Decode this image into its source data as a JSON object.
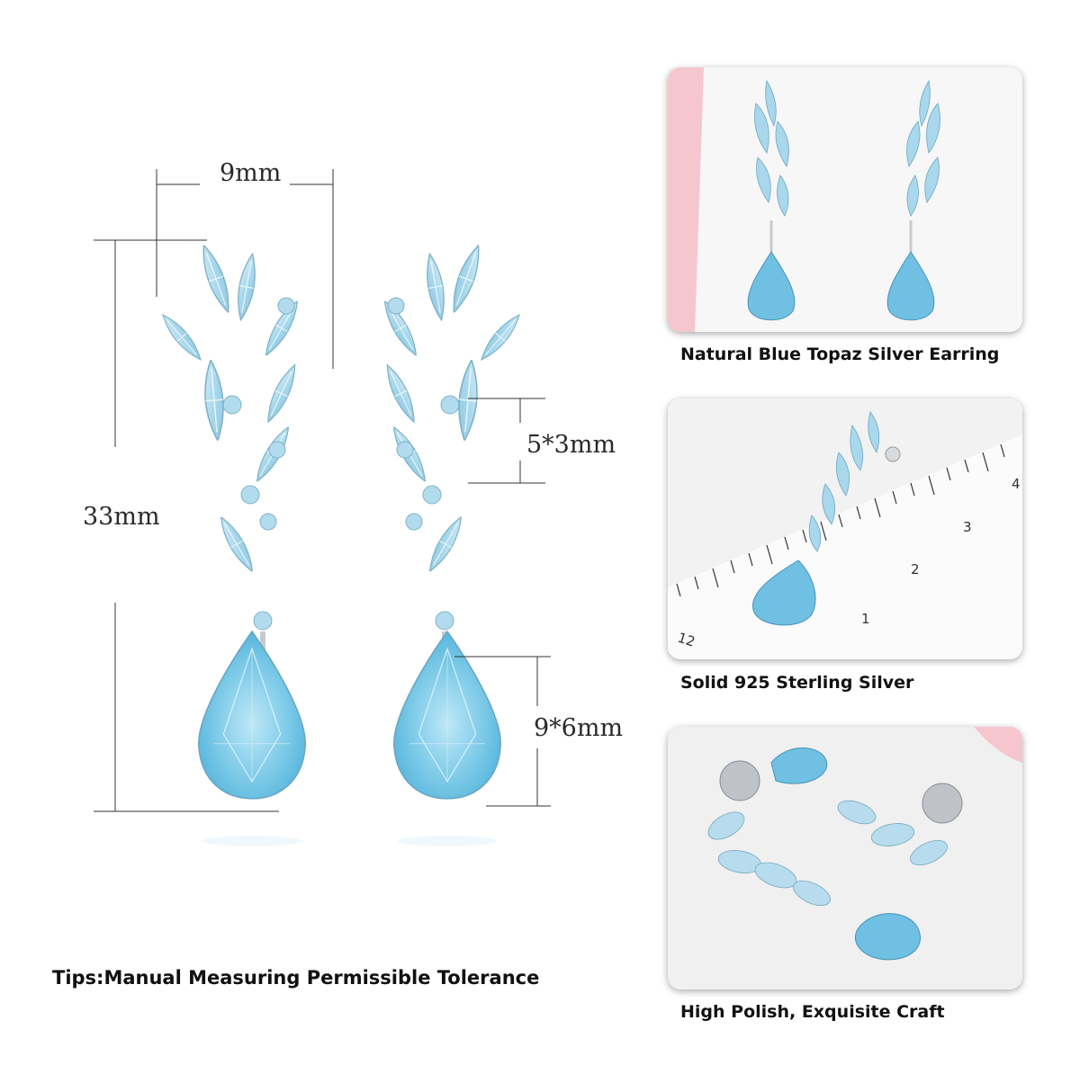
{
  "dimensions": {
    "width_label": "9mm",
    "height_label": "33mm",
    "marquise_label": "5*3mm",
    "pear_label": "9*6mm"
  },
  "tips": "Tips:Manual Measuring Permissible Tolerance",
  "panels": [
    {
      "caption": "Natural Blue Topaz Silver Earring",
      "image": "earrings-on-pink-background"
    },
    {
      "caption": "Solid 925 Sterling Silver",
      "image": "earring-on-ruler",
      "ruler_labels": [
        "12",
        "1",
        "2",
        "3",
        "4"
      ]
    },
    {
      "caption": "High Polish, Exquisite Craft",
      "image": "earrings-lying-flat"
    }
  ],
  "colors": {
    "topaz_light": "#bfe3f2",
    "topaz_mid": "#8fcbe4",
    "topaz_deep": "#5fb6dc",
    "silver": "#cfd3d7",
    "pink_accent": "#f6c6cf"
  }
}
